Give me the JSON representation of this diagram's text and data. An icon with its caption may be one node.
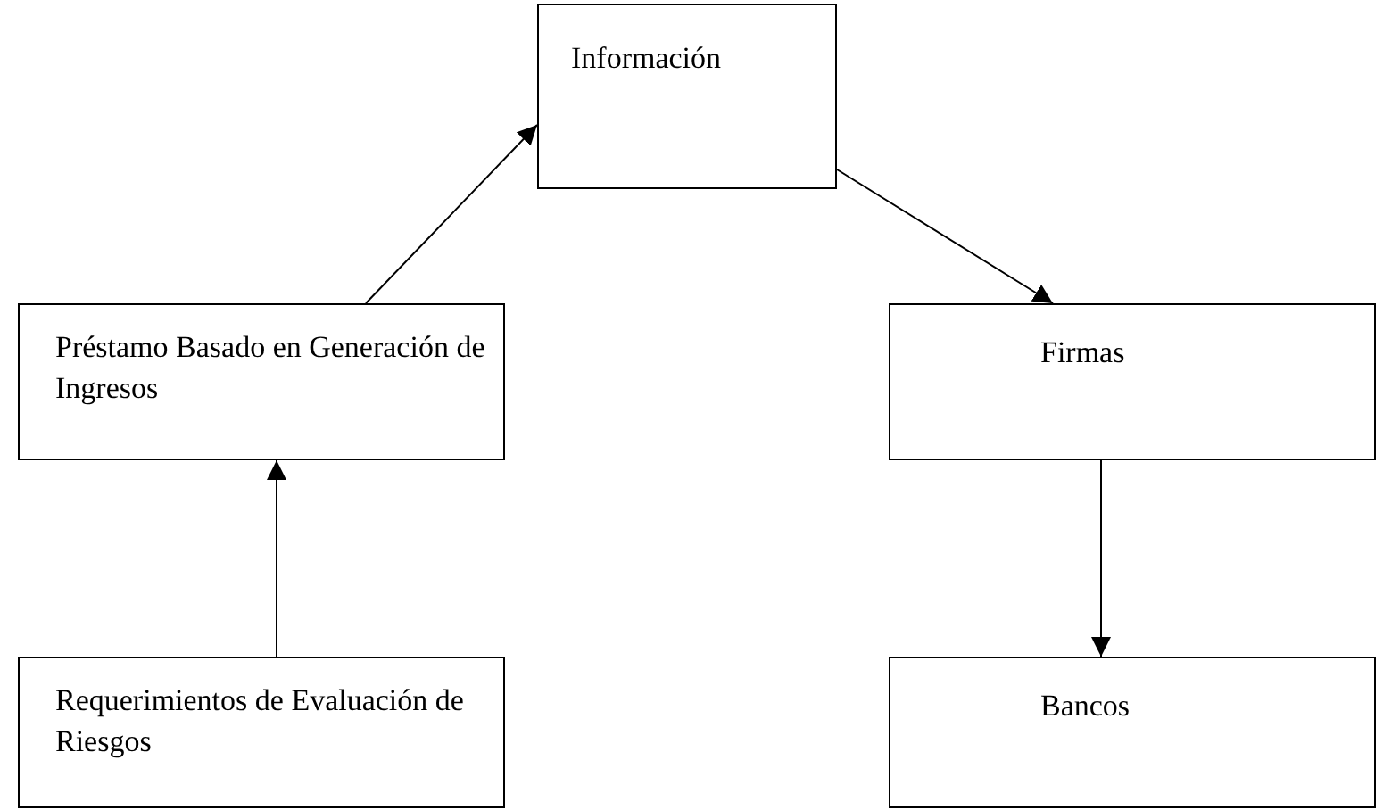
{
  "diagram": {
    "nodes": [
      {
        "text": [
          "Información"
        ]
      },
      {
        "text": [
          "Préstamo Basado en Generación de Ingresos"
        ]
      },
      {
        "text": [
          "Firmas"
        ]
      },
      {
        "text": [
          "Requerimientos de Evaluación de Riesgos"
        ]
      },
      {
        "text": [
          "Bancos"
        ]
      }
    ],
    "edges": [
      {
        "from": 1,
        "to": 0,
        "arrow": "to"
      },
      {
        "from": 0,
        "to": 2,
        "arrow": "to"
      },
      {
        "from": 2,
        "to": 4,
        "arrow": "to"
      },
      {
        "from": 3,
        "to": 1,
        "arrow": "to"
      }
    ]
  }
}
